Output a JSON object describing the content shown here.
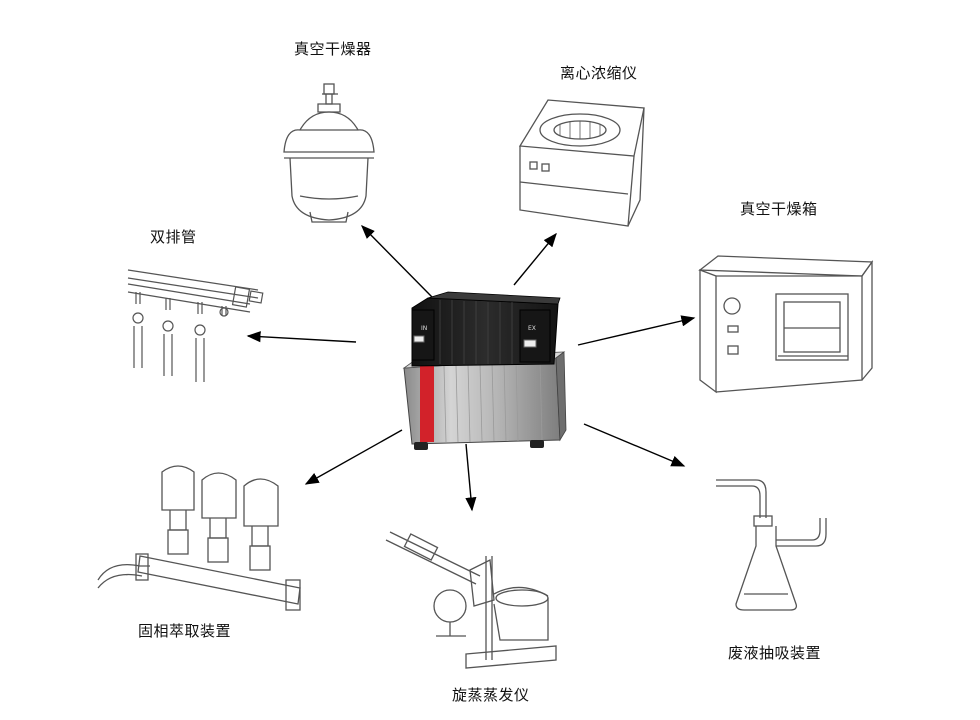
{
  "center_device": {
    "name": "",
    "port_in_label": "IN",
    "port_out_label": "EX",
    "panel_text": "",
    "panel_color": "#d2222a"
  },
  "peripherals": [
    {
      "id": "vacuum-desiccator",
      "label": "真空干燥器",
      "icon": "vacuum-desiccator-icon"
    },
    {
      "id": "centrifugal-concentrator",
      "label": "离心浓缩仪",
      "icon": "centrifugal-concentrator-icon"
    },
    {
      "id": "vacuum-drying-oven",
      "label": "真空干燥箱",
      "icon": "vacuum-drying-oven-icon"
    },
    {
      "id": "schlenk-line",
      "label": "双排管",
      "icon": "schlenk-line-icon"
    },
    {
      "id": "solid-phase-extraction",
      "label": "固相萃取装置",
      "icon": "solid-phase-extraction-icon"
    },
    {
      "id": "rotary-evaporator",
      "label": "旋蒸蒸发仪",
      "icon": "rotary-evaporator-icon"
    },
    {
      "id": "waste-liquid-suction",
      "label": "废液抽吸装置",
      "icon": "waste-liquid-suction-icon"
    }
  ],
  "colors": {
    "line": "#555555",
    "arrow": "#000000",
    "body_dark": "#1c1c1c",
    "body_silver": "#a8a8a8"
  }
}
